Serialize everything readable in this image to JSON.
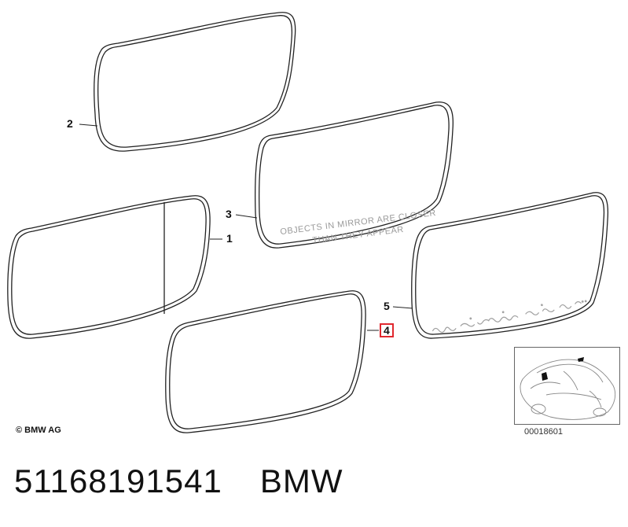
{
  "diagram": {
    "callouts": [
      {
        "id": "1",
        "label": "1"
      },
      {
        "id": "2",
        "label": "2"
      },
      {
        "id": "3",
        "label": "3"
      },
      {
        "id": "4",
        "label": "4",
        "highlighted": true
      },
      {
        "id": "5",
        "label": "5"
      }
    ],
    "mirror_3_text": [
      "OBJECTS IN MIRROR ARE CLOSER",
      "THAN THEY APPEAR"
    ],
    "copyright": "© BMW AG",
    "diagram_number": "00018601"
  },
  "footer": {
    "part_number": "51168191541",
    "brand": "BMW"
  },
  "colors": {
    "outline": "#222222",
    "highlight": "#e0282f",
    "engraved_text": "#9a9a9a"
  }
}
